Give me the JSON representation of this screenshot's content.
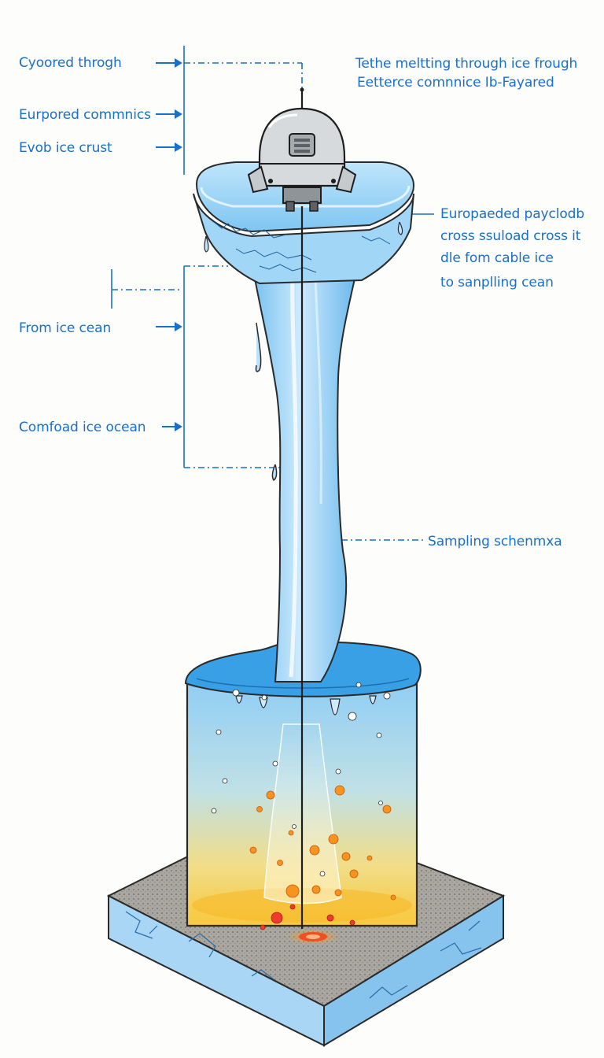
{
  "labels": {
    "left": [
      "Cyoored throgh",
      "Eurpored commnics",
      "Evob ice crust",
      "From ice cean",
      "Comfoad ice ocean"
    ],
    "top_right": [
      "Tethe meltting through ice frough",
      "Eetterce comnnice Ib-Fayared"
    ],
    "mid_right": [
      "Europaeded payclodb",
      "cross ssuload cross it",
      "dle fom cable ice",
      "to sanplling cean"
    ],
    "sampling": "Sampling schenmxa"
  },
  "colors": {
    "label_blue": "#1a6fc9",
    "ice_light": "#bfe3fb",
    "ice_mid": "#7cc6f1",
    "ice_dark": "#2e86cc",
    "ocean_top": "#9fd4f6",
    "ocean_bottom": "#f8d24a",
    "vent": "#f04e23",
    "bubble_orange": "#f7931e"
  },
  "icons": {
    "probe": "melt-probe-capsule-icon",
    "vent": "hydrothermal-vent-icon"
  }
}
